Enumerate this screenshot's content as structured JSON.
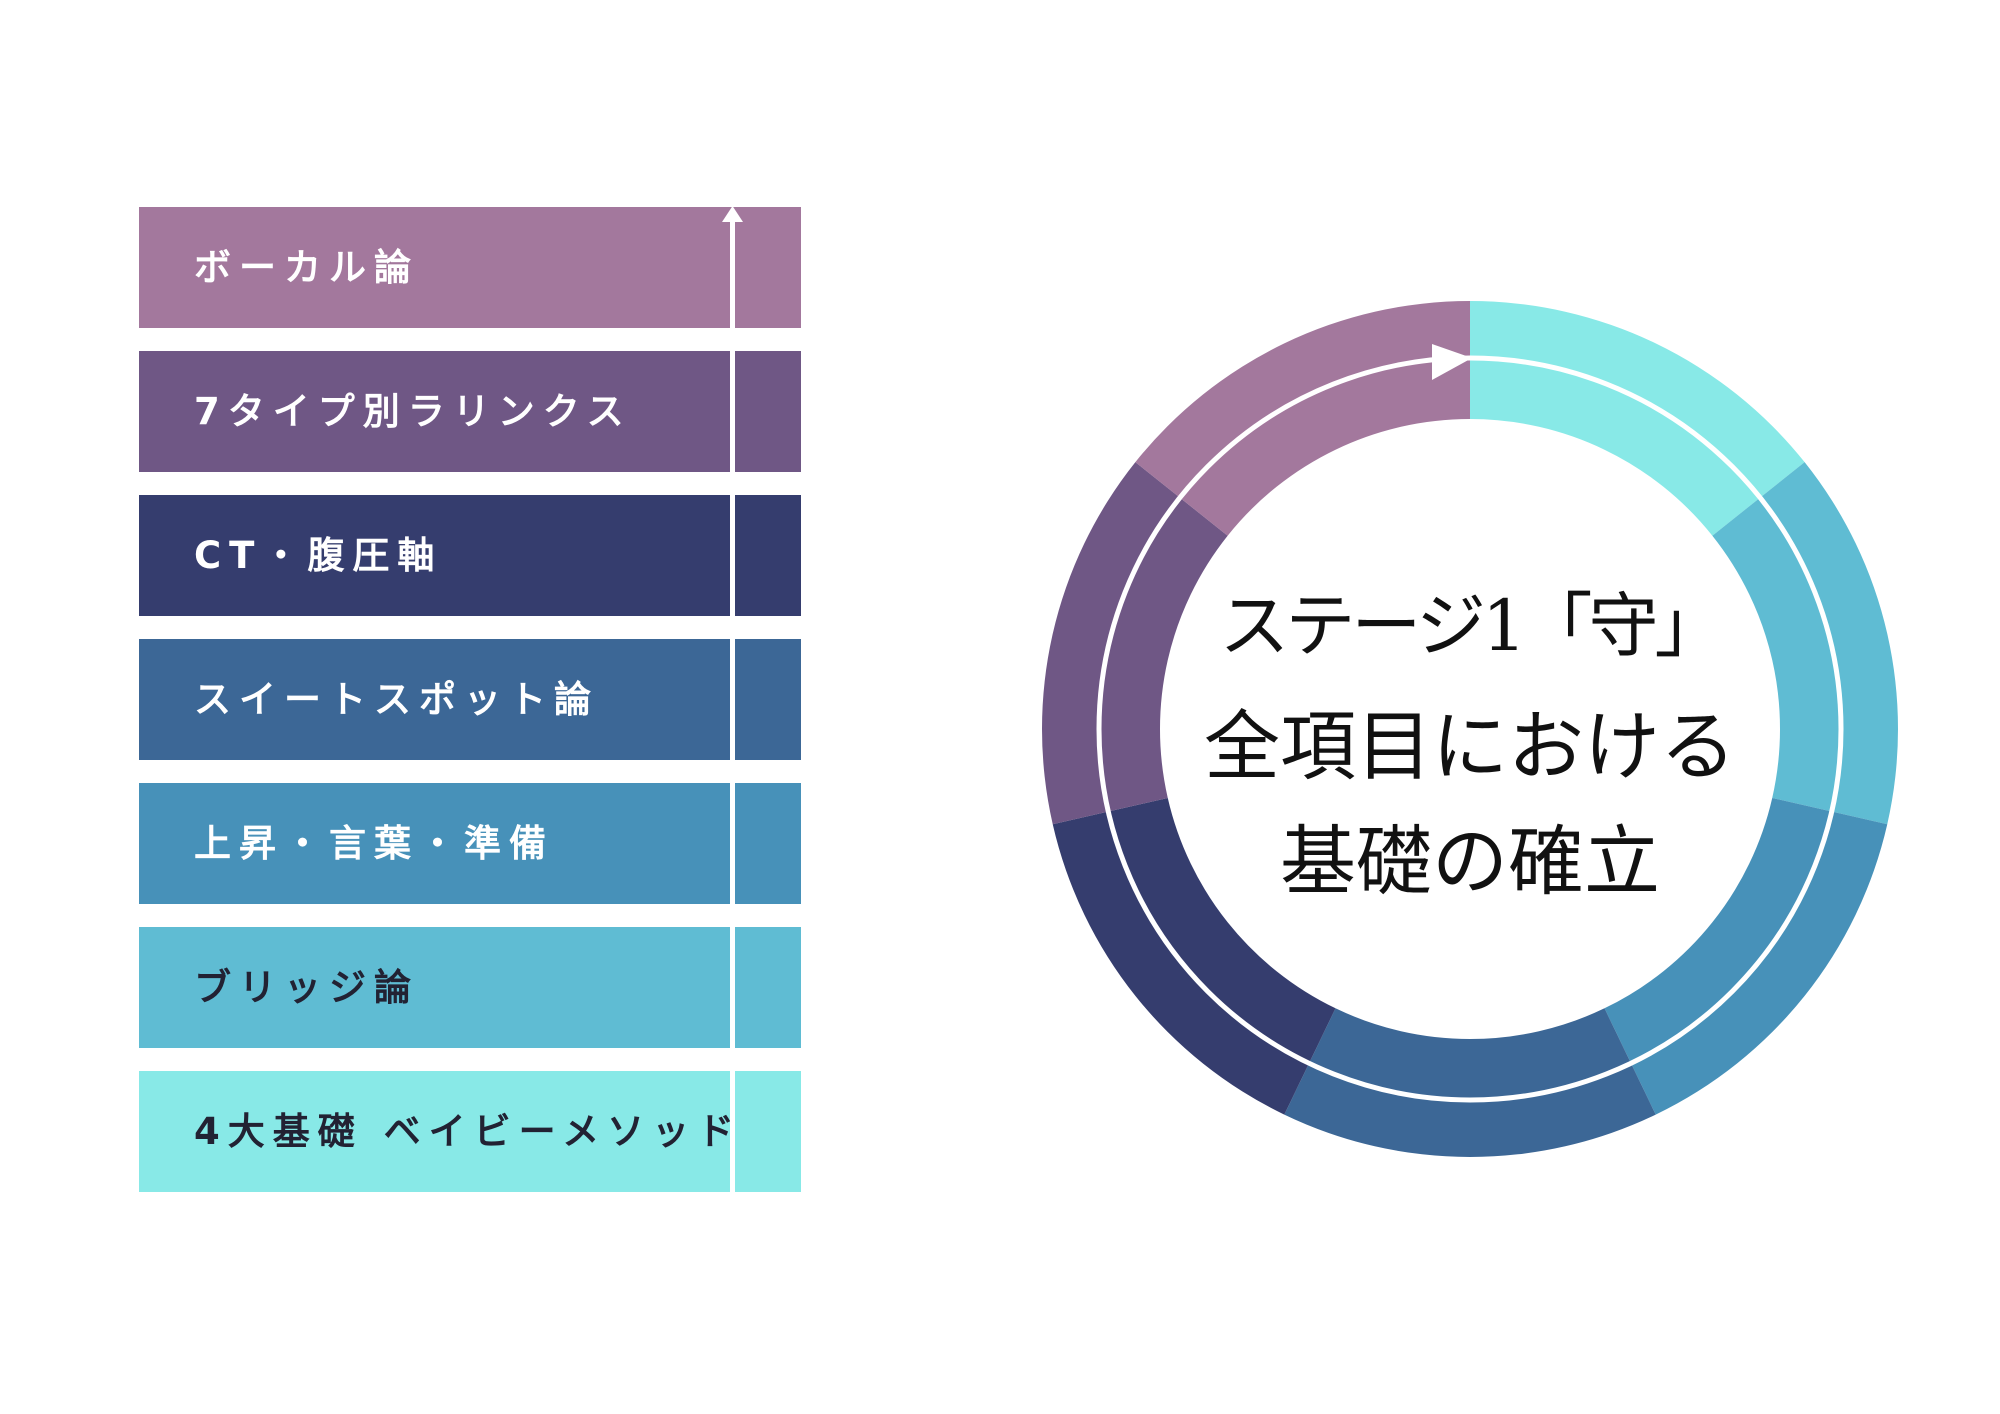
{
  "stages": [
    {
      "label": "ボーカル論",
      "color": "#a3789d",
      "text_color": "#ffffff"
    },
    {
      "label": "7タイプ別ラリンクス",
      "color": "#6f5785",
      "text_color": "#ffffff"
    },
    {
      "label": "CT・腹圧軸",
      "color": "#353d6e",
      "text_color": "#ffffff"
    },
    {
      "label": "スイートスポット論",
      "color": "#3c6796",
      "text_color": "#ffffff"
    },
    {
      "label": "上昇・言葉・準備",
      "color": "#4791b9",
      "text_color": "#ffffff"
    },
    {
      "label": "ブリッジ論",
      "color": "#5fbcd3",
      "text_color": "#222233"
    },
    {
      "label": "4大基礎 ベイビーメソッド",
      "color": "#88e9e7",
      "text_color": "#222233"
    }
  ],
  "cycle": {
    "title_lines": [
      "ステージ1「守」",
      "全項目における",
      "基礎の確立"
    ]
  }
}
